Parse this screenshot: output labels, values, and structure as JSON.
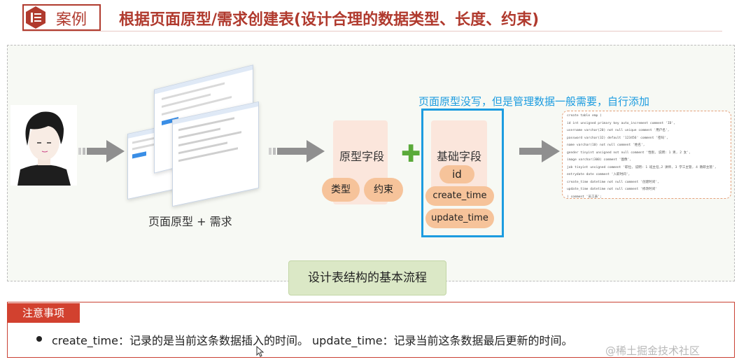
{
  "header": {
    "badge_label": "案例",
    "title": "根据页面原型/需求创建表(设计合理的数据类型、长度、约束)"
  },
  "flow": {
    "prototype_caption": "页面原型 + 需求",
    "field_card_label": "原型字段",
    "field_tags": [
      "类型",
      "约束"
    ],
    "base_card_label": "基础字段",
    "base_fields": [
      "id",
      "create_time",
      "update_time"
    ],
    "note": "页面原型没写，但是管理数据一般需要，自行添加",
    "flow_label": "设计表结构的基本流程"
  },
  "sql": [
    "create table emp (",
    "  id int unsigned primary key auto_increment comment 'ID',",
    "  username varchar(20) not null unique comment '用户名',",
    "  password varchar(32) default '123456' comment '密码',",
    "  name varchar(10) not null comment '姓名',",
    "  gender tinyint unsigned not null comment '性别, 说明: 1 男, 2 女',",
    "  image varchar(300) comment '图像',",
    "  job tinyint unsigned comment '职位, 说明: 1 班主任,2 讲师, 3 学工主管, 4 教研主管',",
    "  entrydate date comment '入职时间',",
    "  create_time datetime not null comment '创建时间',",
    "  update_time datetime not null comment '修改时间'",
    ") comment '员工表';"
  ],
  "notice": {
    "tag": "注意事项",
    "text": "create_time：记录的是当前这条数据插入的时间。 update_time：记录当前这条数据最后更新的时间。"
  },
  "watermark": "@稀土掘金技术社区",
  "colors": {
    "brand_red": "#b03a2e",
    "accent_blue": "#1c9ce0",
    "tag_orange": "#f6c39a",
    "plus_green": "#5aaa3a"
  }
}
